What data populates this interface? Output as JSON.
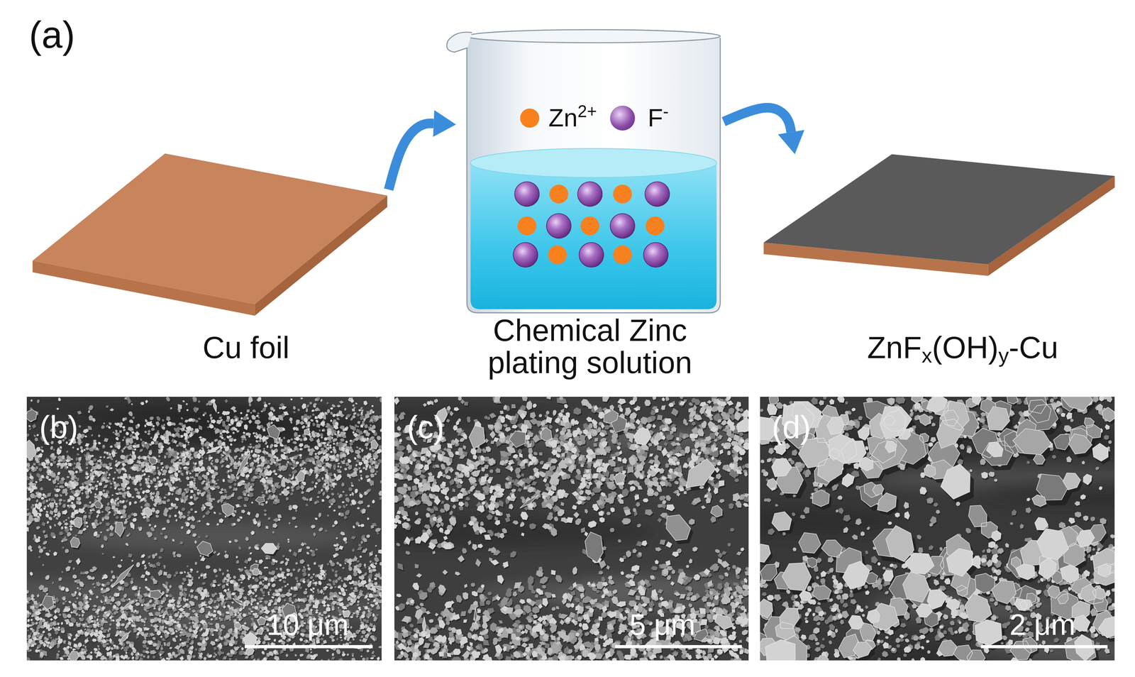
{
  "diagram": {
    "nodes": [
      {
        "text": [
          "Cu foil"
        ]
      },
      {
        "text": [
          "Chemical Zinc plating solution"
        ]
      },
      {
        "text": [
          "ZnFx(OH)y-Cu"
        ]
      },
      {
        "text": [
          "(b)",
          "10 μm"
        ]
      },
      {
        "text": [
          "(c)",
          "5 μm"
        ]
      },
      {
        "text": [
          "(d)",
          "2 μm"
        ]
      }
    ],
    "edges": [
      {
        "from": 0,
        "to": 1,
        "arrow": "to"
      },
      {
        "from": 1,
        "to": 2,
        "arrow": "to"
      }
    ],
    "labels": [
      "(a)"
    ],
    "legend": [
      {
        "text": "Zn2+",
        "color": "#f7811f"
      },
      {
        "text": "F-",
        "color": "#8b4aa6"
      }
    ]
  }
}
